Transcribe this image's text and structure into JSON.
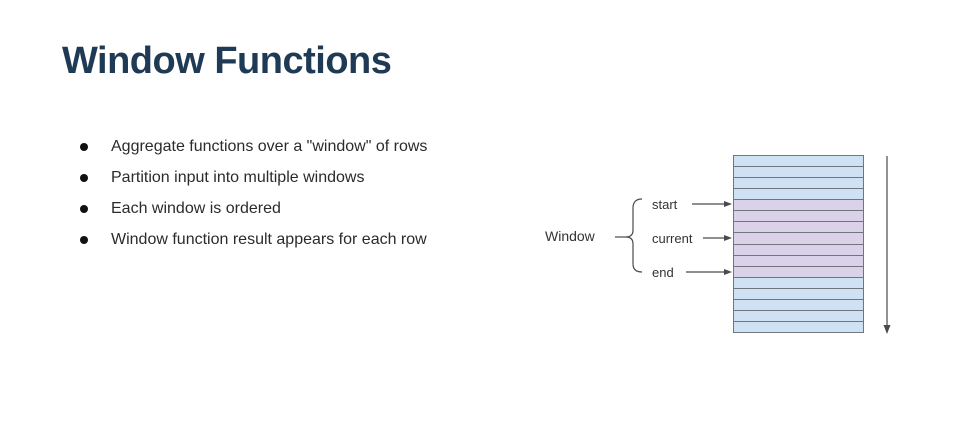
{
  "slide": {
    "title": "Window Functions"
  },
  "bullets": [
    "Aggregate functions over a \"window\" of rows",
    "Partition input into multiple windows",
    "Each window is ordered",
    "Window function result appears for each row"
  ],
  "diagram": {
    "window_label": "Window",
    "pointers": [
      {
        "label": "start",
        "row_index": 4
      },
      {
        "label": "current",
        "row_index": 7
      },
      {
        "label": "end",
        "row_index": 10
      }
    ],
    "rows": [
      "blue",
      "blue",
      "blue",
      "blue",
      "purple",
      "purple",
      "purple",
      "purple",
      "purple",
      "purple",
      "purple",
      "blue",
      "blue",
      "blue",
      "blue",
      "blue"
    ],
    "row_count": 16,
    "order_arrow_direction": "down",
    "colors": {
      "row_blue": "#cfe2f3",
      "row_purple": "#d9d2e9",
      "row_border": "#71767c",
      "stroke": "#4a4a4a"
    }
  },
  "colors": {
    "title": "#1f3a55",
    "body_text": "#2b2b2b",
    "background": "#ffffff"
  }
}
